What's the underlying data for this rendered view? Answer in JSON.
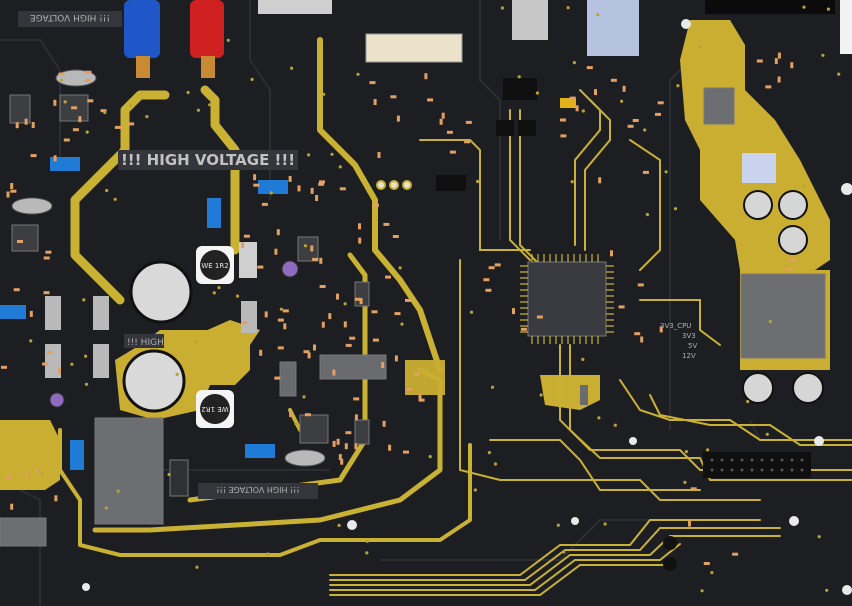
{
  "labels": {
    "hv_main": "!!! HIGH VOLTAGE !!!",
    "hv_top": "!!! HIGH VOLTAGE",
    "hv_mid": "!!! HIGH",
    "hv_bottom": "!!! HIGH VOLTAGE !!!",
    "inductor_top": "WE 1R2",
    "inductor_bottom": "WE 1R2",
    "rail_3v3_cpu": "3V3_CPU",
    "rail_3v3": "3V3",
    "rail_5v": "5V",
    "rail_12v": "12V"
  },
  "colors": {
    "board": "#1c1d20",
    "trace": "#c9b233",
    "pad": "#e2a062",
    "copper_fill": "#caae32",
    "silk": "#cfcfcf",
    "chip": "#3b3c40"
  }
}
